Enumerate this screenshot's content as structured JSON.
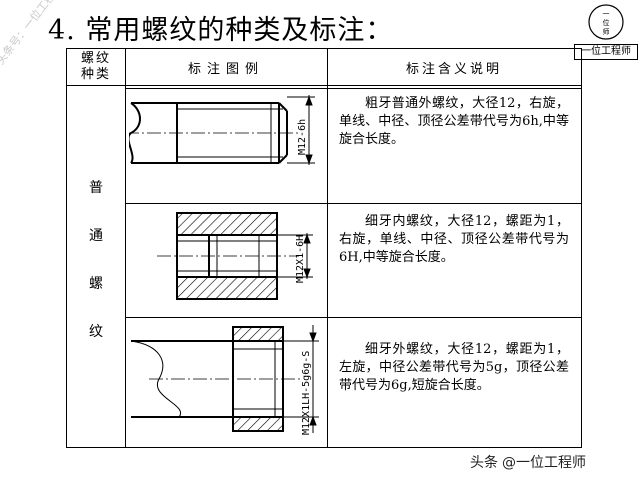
{
  "title": "4. 常用螺纹的种类及标注：",
  "logo": {
    "caption": "一位工程师",
    "glyphs": [
      "一",
      "位",
      "师"
    ]
  },
  "watermark_left": "头条号：一位工程师",
  "header": {
    "type_line1": "螺纹",
    "type_line2": "种类",
    "figure": "标注图例",
    "meaning": "标注含义说明"
  },
  "category_chars": [
    "普",
    "通",
    "螺",
    "纹"
  ],
  "rows": [
    {
      "label": "M12-6h",
      "description": "粗牙普通外螺纹，大径12，右旋，单线、中径、顶径公差带代号为6h,中等旋合长度。"
    },
    {
      "label": "M12X1-6H",
      "description": "细牙内螺纹，大径12，螺距为1，右旋，单线、中径、顶径公差带代号为6H,中等旋合长度。"
    },
    {
      "label": "M12X1LH-5g6g-S",
      "description": "细牙外螺纹，大径12，螺距为1，左旋，中径公差带代号为5g，顶径公差带代号为6g,短旋合长度。"
    }
  ],
  "footer_watermark": {
    "prefix": "头条",
    "handle": "@一位工程师"
  }
}
